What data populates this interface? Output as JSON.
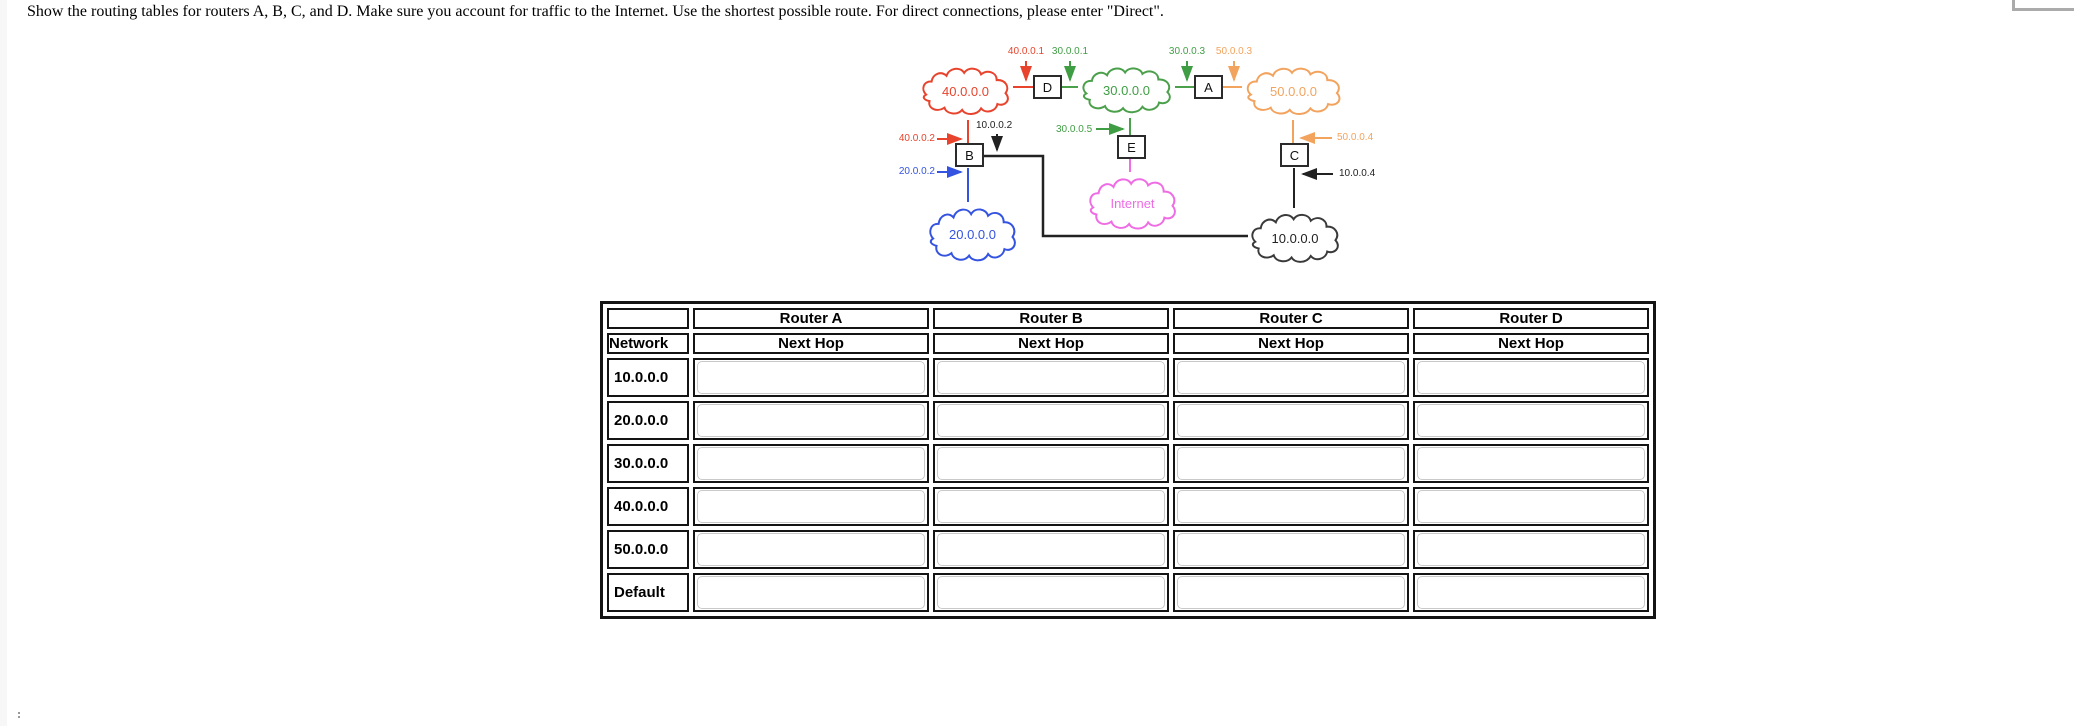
{
  "question": "Show the routing tables for routers A, B, C, and D. Make sure you account for traffic to the Internet. Use the shortest possible route. For direct connections, please enter \"Direct\".",
  "diagram": {
    "clouds": [
      {
        "label": "40.0.0.0",
        "color": "#e8432c"
      },
      {
        "label": "30.0.0.0",
        "color": "#4ba04b"
      },
      {
        "label": "50.0.0.0",
        "color": "#f2a35e"
      },
      {
        "label": "20.0.0.0",
        "color": "#3453e0"
      },
      {
        "label": "Internet",
        "color": "#ee6ce4"
      },
      {
        "label": "10.0.0.0",
        "color": "#222222"
      }
    ],
    "routers": [
      {
        "label": "A"
      },
      {
        "label": "B"
      },
      {
        "label": "C"
      },
      {
        "label": "D"
      },
      {
        "label": "E"
      }
    ],
    "ip_labels": [
      {
        "text": "40.0.0.1",
        "color": "#e8432c"
      },
      {
        "text": "30.0.0.1",
        "color": "#3f9e44"
      },
      {
        "text": "30.0.0.3",
        "color": "#3f9e44"
      },
      {
        "text": "50.0.0.3",
        "color": "#f2a35e"
      },
      {
        "text": "40.0.0.2",
        "color": "#e8432c"
      },
      {
        "text": "10.0.0.2",
        "color": "#222222"
      },
      {
        "text": "20.0.0.2",
        "color": "#3453e0"
      },
      {
        "text": "30.0.0.5",
        "color": "#3f9e44"
      },
      {
        "text": "50.0.0.4",
        "color": "#f2a35e"
      },
      {
        "text": "10.0.0.4",
        "color": "#222222"
      }
    ]
  },
  "table": {
    "corner": "",
    "network_header": "Network",
    "next_hop_label": "Next Hop",
    "columns": [
      "Router A",
      "Router B",
      "Router C",
      "Router D"
    ],
    "rows": [
      {
        "network": "10.0.0.0",
        "values": [
          "",
          "",
          "",
          ""
        ]
      },
      {
        "network": "20.0.0.0",
        "values": [
          "",
          "",
          "",
          ""
        ]
      },
      {
        "network": "30.0.0.0",
        "values": [
          "",
          "",
          "",
          ""
        ]
      },
      {
        "network": "40.0.0.0",
        "values": [
          "",
          "",
          "",
          ""
        ]
      },
      {
        "network": "50.0.0.0",
        "values": [
          "",
          "",
          "",
          ""
        ]
      },
      {
        "network": "Default",
        "values": [
          "",
          "",
          "",
          ""
        ]
      }
    ]
  },
  "colors": {
    "net40_red": "#e8432c",
    "net30_green": "#4ba04b",
    "net50_orange": "#f2a35e",
    "net20_blue": "#3453e0",
    "internet_magenta": "#ee6ce4",
    "net10_black": "#222222",
    "table_border": "#141414",
    "input_border": "#c9c9c9",
    "chrome_gray": "#ababab"
  }
}
